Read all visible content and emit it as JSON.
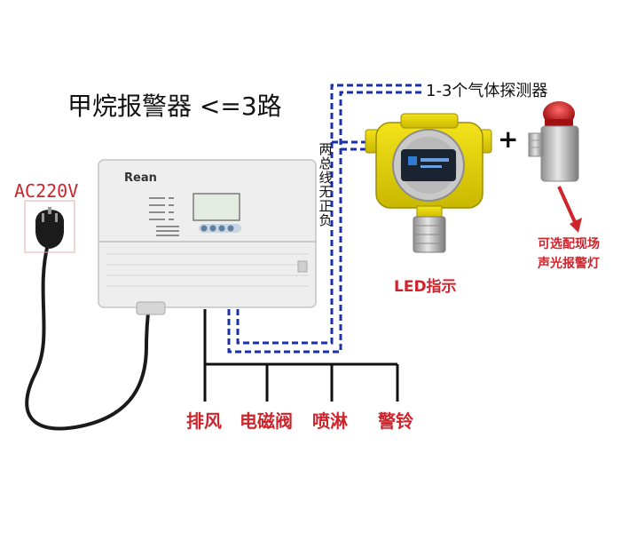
{
  "title": "甲烷报警器 <=3路",
  "power_label": "AC220V",
  "controller": {
    "brand": "Rean"
  },
  "detector_label": "1-3个气体探测器",
  "bus_label": "两总线无正负",
  "led_label": "LED指示",
  "alarm_light_label": [
    "可选配现场",
    "声光报警灯"
  ],
  "outputs": [
    "排风",
    "电磁阀",
    "喷淋",
    "警铃"
  ],
  "plus_sign": "+",
  "colors": {
    "accent_red": "#d0242c",
    "wire_blue": "#1a2fa8",
    "detector_yellow": "#e8d400"
  }
}
